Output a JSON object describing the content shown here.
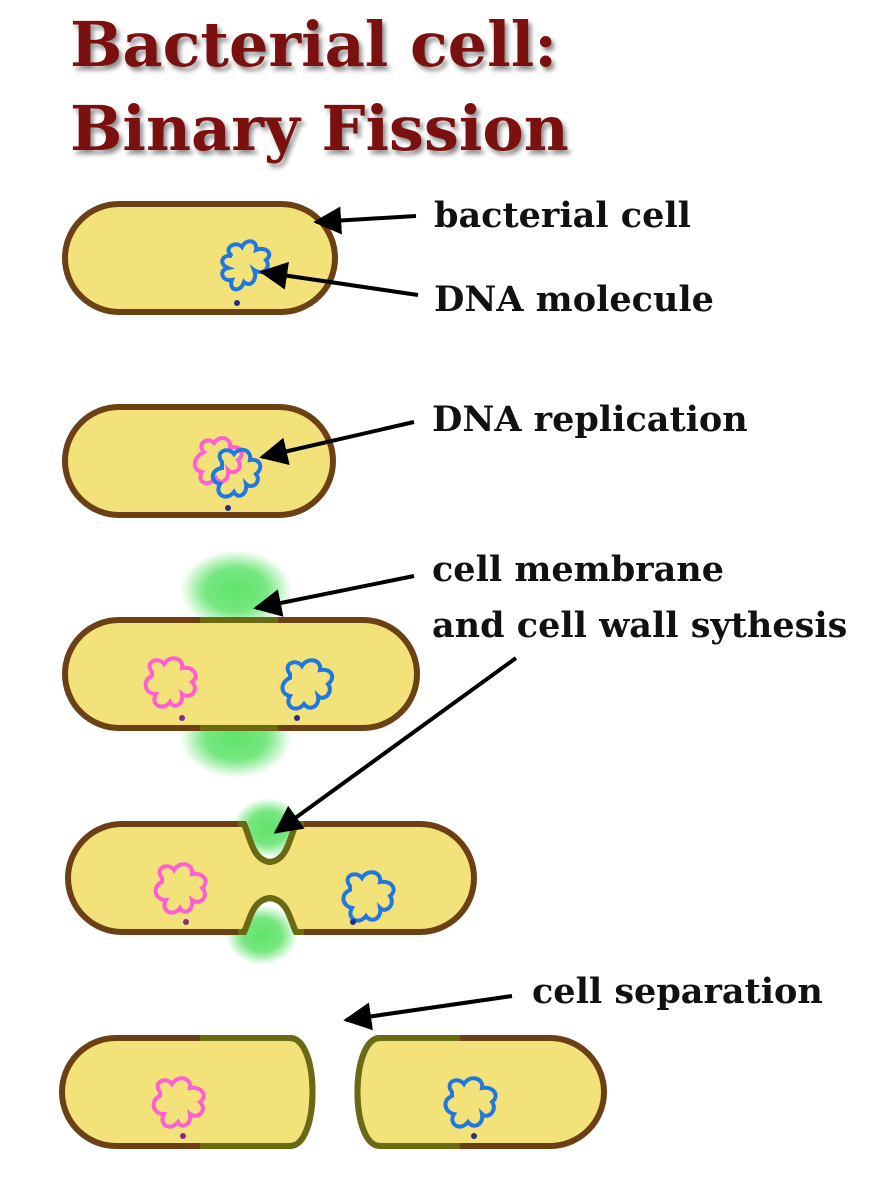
{
  "title": {
    "line1": "Bacterial cell:",
    "line2": "Binary Fission"
  },
  "labels": {
    "bacterial_cell": "bacterial cell",
    "dna_molecule": "DNA molecule",
    "dna_replication": "DNA replication",
    "membrane_line1": "cell membrane",
    "membrane_line2": "and cell wall sythesis",
    "cell_separation": "cell separation"
  },
  "colors": {
    "title": "#7a1010",
    "cytoplasm": "#f3e27a",
    "cell_wall": "#6b4014",
    "new_wall": "#6b6a14",
    "dna_original": "#1f78e0",
    "dna_copy": "#ff5fd2",
    "synthesis_glow": "#5fe36a",
    "arrow": "#000000"
  }
}
